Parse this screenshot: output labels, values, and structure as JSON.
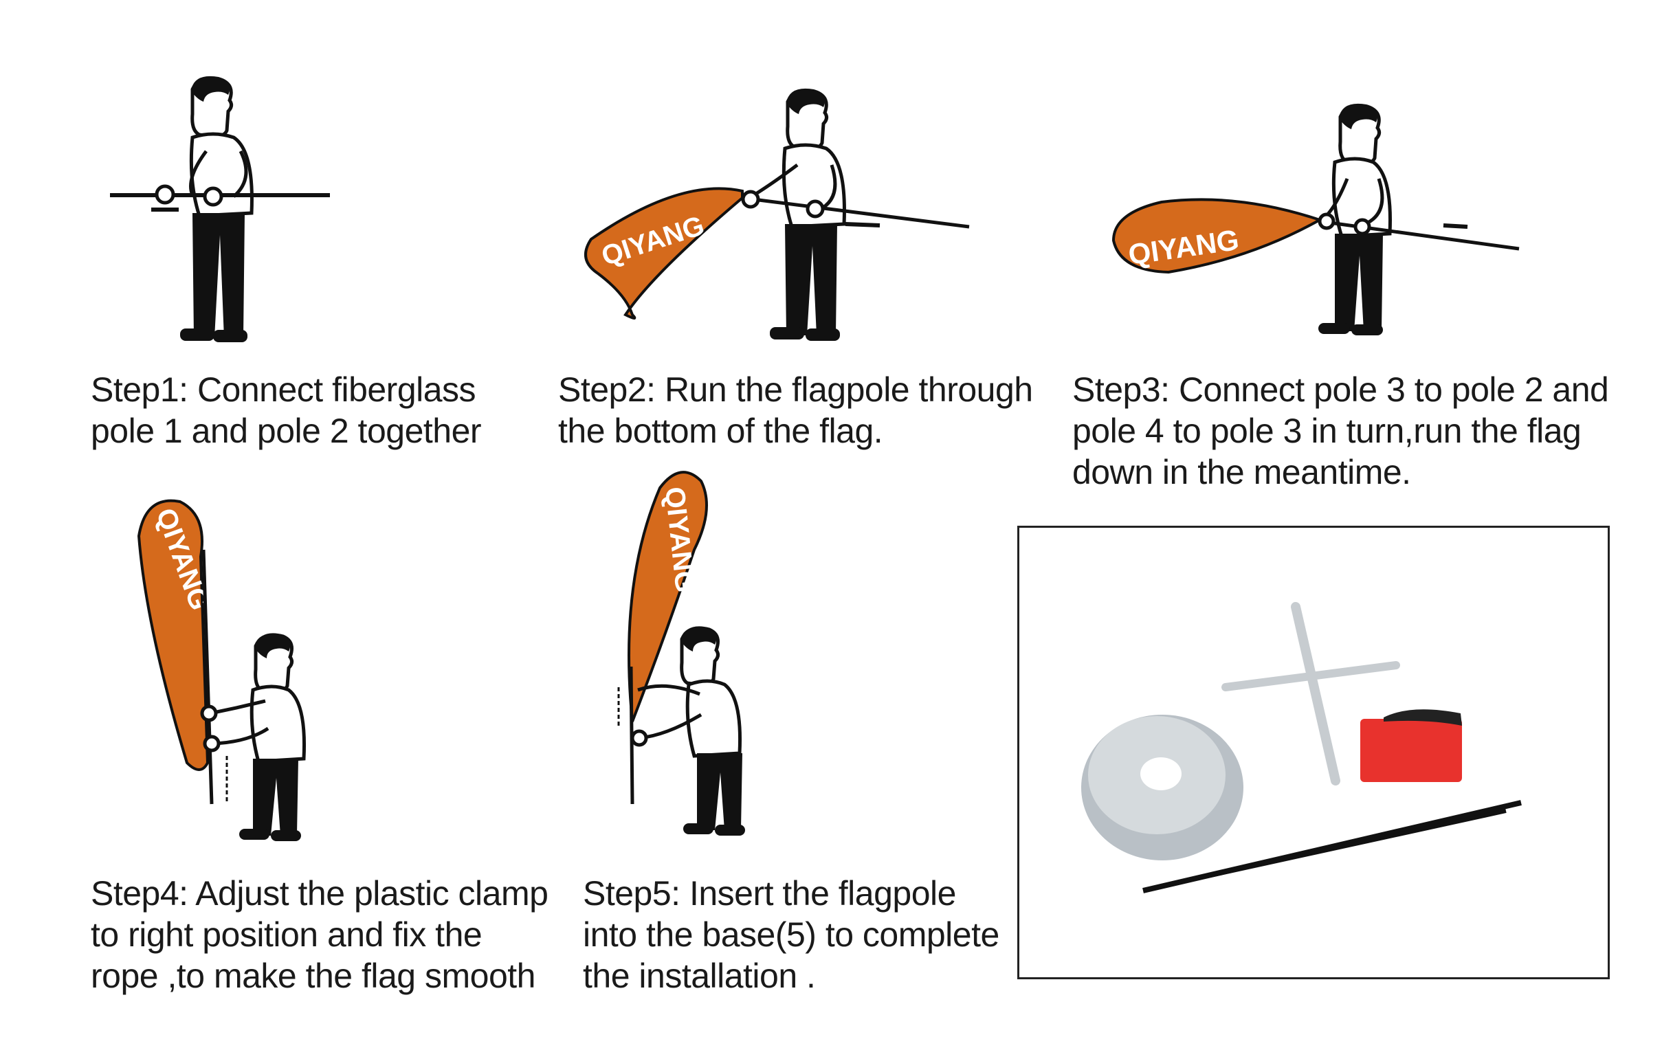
{
  "brand_text": "QIYANG",
  "colors": {
    "flag": "#d56a1c",
    "ink": "#111111",
    "bag": "#e8322d",
    "weight": "#b9c0c6"
  },
  "steps": [
    {
      "id": "step1",
      "lines": [
        "Step1: Connect fiberglass",
        "pole 1 and pole 2 together"
      ]
    },
    {
      "id": "step2",
      "lines": [
        "Step2: Run the flagpole through",
        " the bottom of the flag."
      ]
    },
    {
      "id": "step3",
      "lines": [
        "Step3: Connect pole 3 to pole 2 and",
        "pole 4 to pole 3 in turn,run the flag",
        "down in the meantime."
      ]
    },
    {
      "id": "step4",
      "lines": [
        "Step4: Adjust the plastic clamp",
        "to right position and fix the",
        "rope ,to make the flag smooth"
      ]
    },
    {
      "id": "step5",
      "lines": [
        "Step5: Insert the flagpole",
        "into the base(5) to complete",
        "the installation ."
      ]
    }
  ]
}
